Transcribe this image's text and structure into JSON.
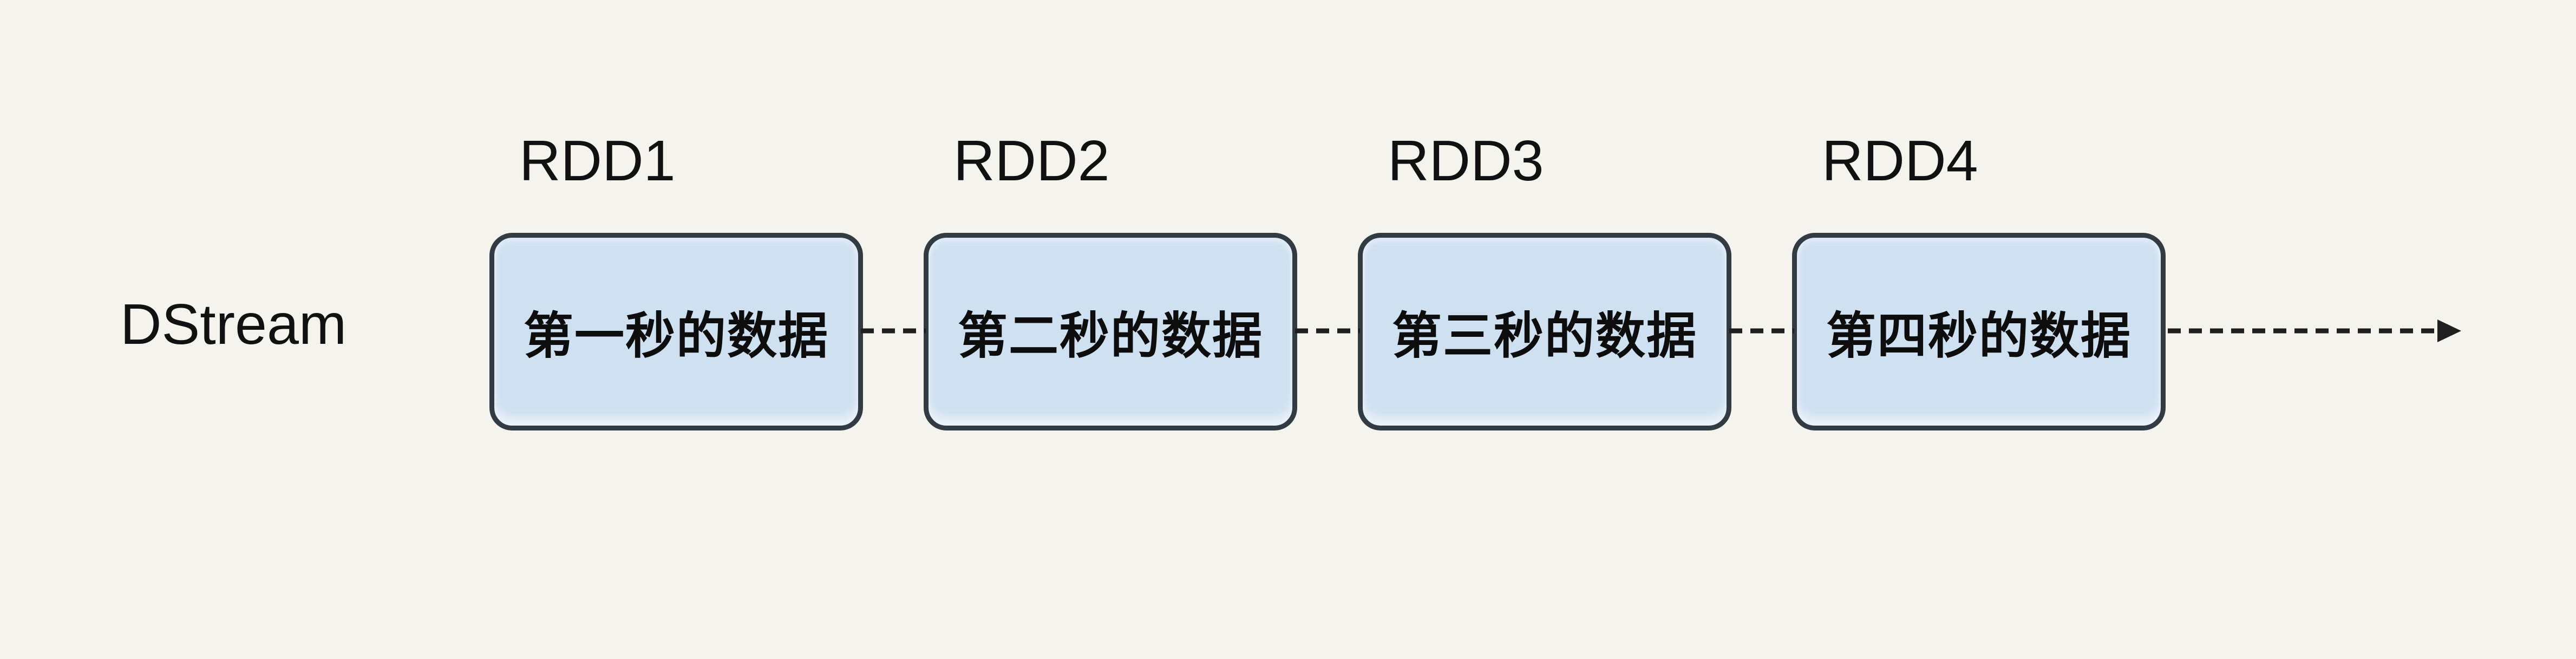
{
  "diagram": {
    "stream_label": "DStream",
    "units": [
      {
        "rdd_label": "RDD1",
        "box_text": "第一秒的数据"
      },
      {
        "rdd_label": "RDD2",
        "box_text": "第二秒的数据"
      },
      {
        "rdd_label": "RDD3",
        "box_text": "第三秒的数据"
      },
      {
        "rdd_label": "RDD4",
        "box_text": "第四秒的数据"
      }
    ],
    "colors": {
      "background": "#f4f3ee",
      "box_fill": "#cfe0f1",
      "box_border": "#333b42",
      "text": "#111111",
      "connector": "#1f1f1f"
    }
  }
}
